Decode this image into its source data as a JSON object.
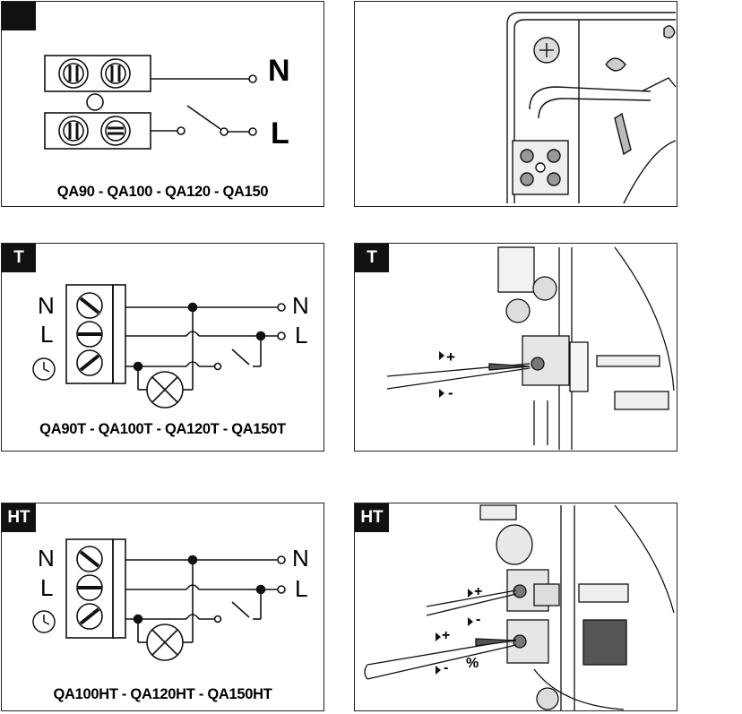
{
  "panels": {
    "wiring_basic": {
      "tag": "",
      "terminal_n": "N",
      "terminal_l": "L",
      "models": "QA90 - QA100 - QA120 - QA150"
    },
    "wiring_timer": {
      "tag": "T",
      "left_n": "N",
      "left_l": "L",
      "right_n": "N",
      "right_l": "L",
      "models": "QA90T - QA100T - QA120T - QA150T"
    },
    "wiring_humidity_timer": {
      "tag": "HT",
      "left_n": "N",
      "left_l": "L",
      "right_n": "N",
      "right_l": "L",
      "models": "QA100HT - QA120HT - QA150HT"
    },
    "photo_terminal_block": {
      "tag": ""
    },
    "photo_timer_adjust": {
      "tag": "T",
      "plus_label": "+",
      "minus_label": "-"
    },
    "photo_humidity_adjust": {
      "tag": "HT",
      "upper_plus_label": "+",
      "upper_minus_label": "-",
      "lower_plus_label": "+",
      "lower_minus_label": "-",
      "percent_label": "%"
    }
  }
}
